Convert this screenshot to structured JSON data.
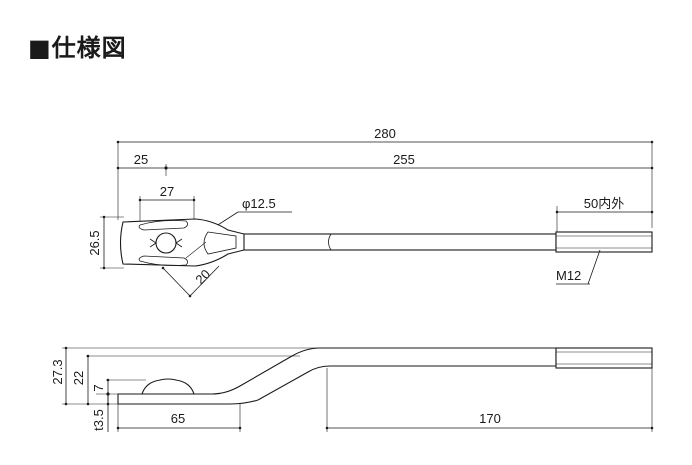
{
  "title": "■仕様図",
  "top_view": {
    "overall_length": "280",
    "offset": "25",
    "rod_length": "255",
    "head_width": "27",
    "hole_diameter": "φ12.5",
    "thread_length": "50内外",
    "head_height": "26.5",
    "slot_dim": "20",
    "thread_spec": "M12"
  },
  "side_view": {
    "total_height": "27.3",
    "rise": "22",
    "boss_height": "7",
    "thickness": "t3.5",
    "base_length": "65",
    "rod_length": "170"
  }
}
